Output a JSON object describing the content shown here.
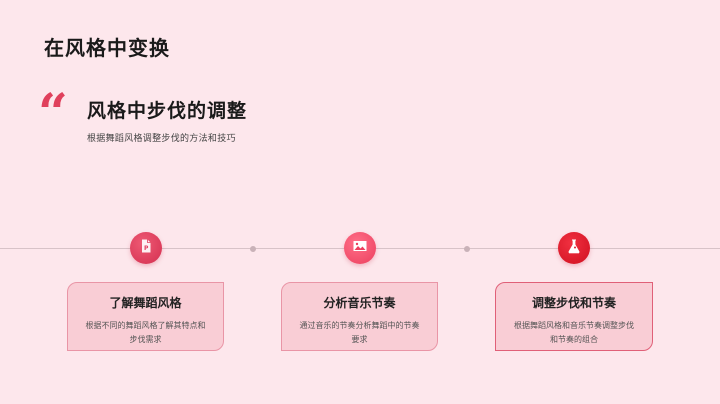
{
  "slide": {
    "title": "在风格中变换",
    "quote_mark": "“",
    "subtitle": "风格中步伐的调整",
    "description": "根据舞蹈风格调整步伐的方法和技巧"
  },
  "colors": {
    "background": "#fde7ec",
    "accent": "#e0405c",
    "card_fill": "#f9cdd5",
    "card_border": "#e995a6",
    "timeline": "#d8c3c8"
  },
  "timeline": {
    "steps": [
      {
        "icon": "document-p-icon",
        "title": "了解舞蹈风格",
        "text": "根据不同的舞蹈风格了解其特点和步伐需求"
      },
      {
        "icon": "image-icon",
        "title": "分析音乐节奏",
        "text": "通过音乐的节奏分析舞蹈中的节奏要求"
      },
      {
        "icon": "flask-icon",
        "title": "调整步伐和节奏",
        "text": "根据舞蹈风格和音乐节奏调整步伐和节奏的组合"
      }
    ]
  }
}
